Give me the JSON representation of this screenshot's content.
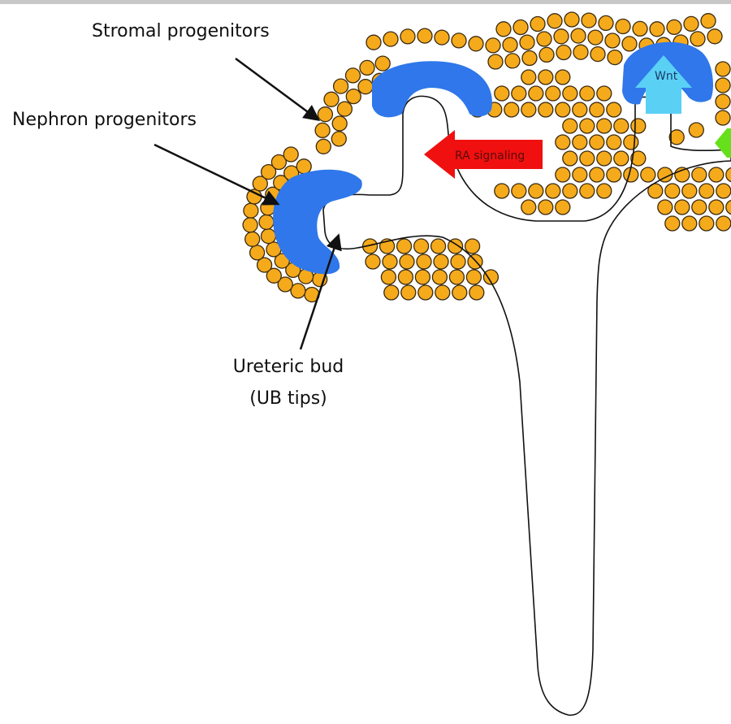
{
  "labels": {
    "stromal": "Stromal progenitors",
    "nephron": "Nephron progenitors",
    "ub_line1": "Ureteric bud",
    "ub_line2": "(UB tips)",
    "ra": "RA signaling",
    "wnt": "Wnt"
  },
  "colors": {
    "stromal_cell": "#f5aa1c",
    "nephron_cap": "#2f77ea",
    "ra_arrow": "#f01010",
    "wnt_arrow": "#5ad0f5",
    "green_arrow": "#66e01a",
    "outline": "#111111"
  }
}
